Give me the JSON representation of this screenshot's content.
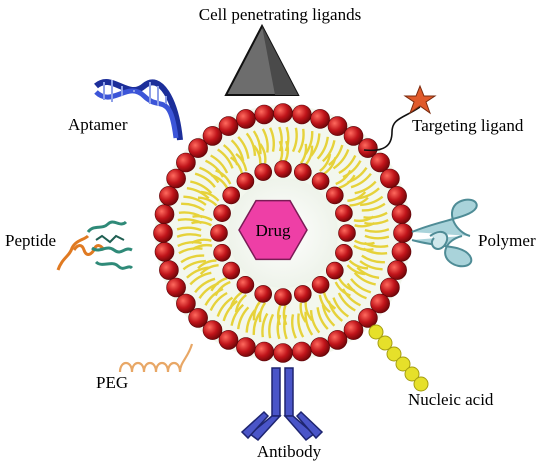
{
  "labels": {
    "cell_penetrating": "Cell penetrating ligands",
    "aptamer": "Aptamer",
    "targeting": "Targeting ligand",
    "peptide": "Peptide",
    "polymer": "Polymer",
    "peg": "PEG",
    "nucleic_acid": "Nucleic acid",
    "antibody": "Antibody",
    "drug": "Drug"
  },
  "colors": {
    "lipid_head": "#c0141a",
    "lipid_tail": "#e6d23a",
    "drug": "#ee3fa6",
    "triangle": "#6d6d6d",
    "dna": "#1c2e9a",
    "star": "#e05a2b",
    "polymer": "#7fb9c3",
    "peg": "#e8a766",
    "nucleic_acid": "#e6e02a",
    "antibody": "#4a55c8",
    "peptide_green": "#2f8a78",
    "peptide_orange": "#e07a22"
  }
}
